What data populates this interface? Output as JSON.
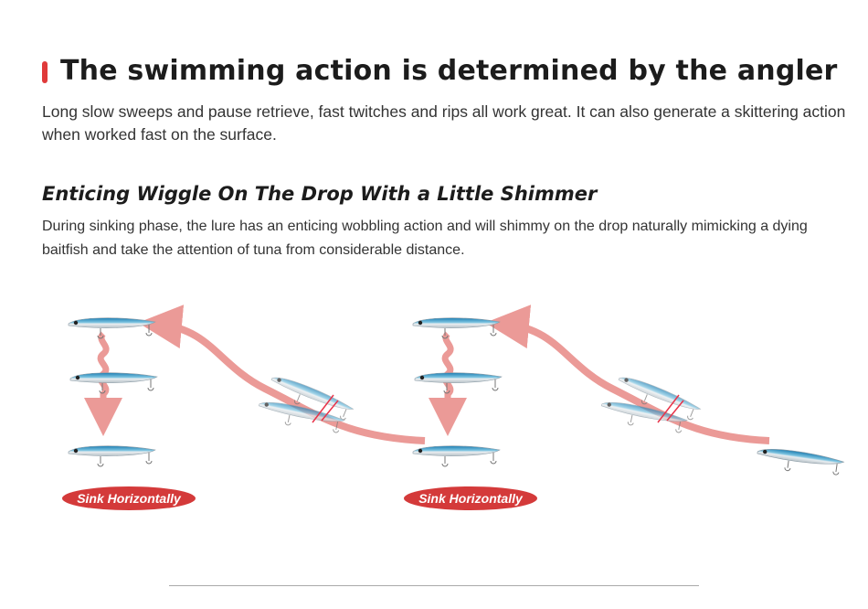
{
  "heading": "The swimming action is determined by the angler",
  "intro": "Long slow sweeps and pause retrieve, fast twitches and rips all work great. It can also generate a skittering action when worked fast on the surface.",
  "subheading": "Enticing Wiggle On The Drop With a Little Shimmer",
  "description": "During sinking phase, the lure has an enticing wobbling action and will shimmy on the drop naturally mimicking a dying baitfish and take the attention of tuna from considerable distance.",
  "diagram": {
    "labels": [
      "Sink Horizontally",
      "Sink Horizontally"
    ]
  },
  "colors": {
    "accent": "#e03a3a",
    "path": "#eb9a97",
    "pill": "#d43a3a",
    "lure_back": "#2a8fc0"
  }
}
